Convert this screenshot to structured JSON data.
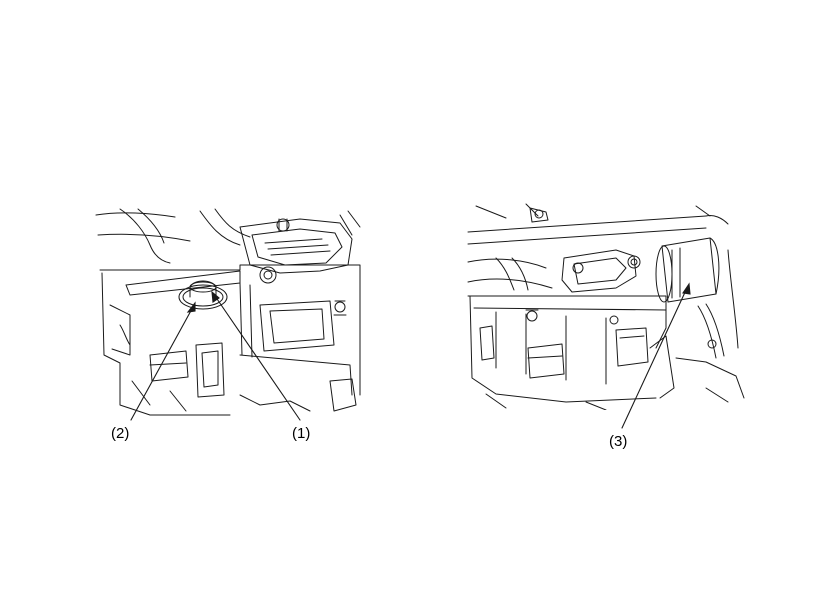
{
  "figure_left": {
    "callouts": [
      {
        "id": "2",
        "label": "(2)"
      },
      {
        "id": "1",
        "label": "(1)"
      }
    ]
  },
  "figure_right": {
    "callouts": [
      {
        "id": "3",
        "label": "(3)"
      }
    ]
  },
  "colors": {
    "line": "#1a1a1a",
    "background": "#ffffff"
  }
}
